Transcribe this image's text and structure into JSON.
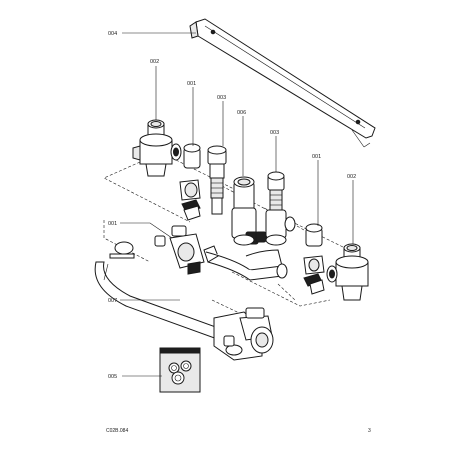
{
  "callouts": {
    "c004": "004",
    "c002_left": "002",
    "c001_top": "001",
    "c003_left": "003",
    "c006": "006",
    "c003_right": "003",
    "c001_right": "001",
    "c002_right": "002",
    "c001_left": "001",
    "c007": "007",
    "c005": "005"
  },
  "footer": {
    "doc_code": "C02B.084",
    "page_number": "3"
  }
}
